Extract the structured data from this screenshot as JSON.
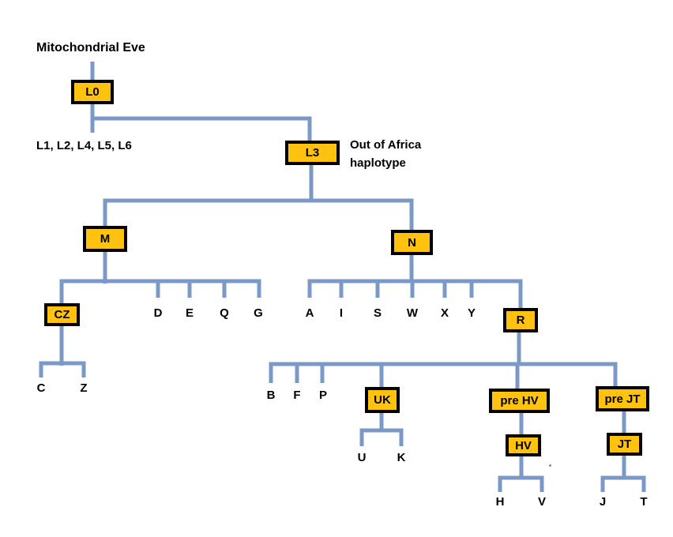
{
  "title": "Mitochondrial Eve",
  "annotation": {
    "line1": "Out of Africa",
    "line2": "haplotype"
  },
  "excluded_lineages": "L1, L2, L4, L5, L6",
  "colors": {
    "box_fill": "#FFC20E",
    "box_border": "#000000",
    "line": "#7B99C7",
    "text": "#000000",
    "background": "#FFFFFF"
  },
  "nodes": {
    "l0": "L0",
    "l3": "L3",
    "m": "M",
    "n": "N",
    "cz": "CZ",
    "r": "R",
    "uk": "UK",
    "prehv": "pre HV",
    "prejt": "pre JT",
    "hv": "HV",
    "jt": "JT"
  },
  "leaves": {
    "m_children": [
      "D",
      "E",
      "Q",
      "G"
    ],
    "n_children": [
      "A",
      "I",
      "S",
      "W",
      "X",
      "Y"
    ],
    "r_children": [
      "B",
      "F",
      "P"
    ],
    "cz_children": [
      "C",
      "Z"
    ],
    "uk_children": [
      "U",
      "K"
    ],
    "hv_children": [
      "H",
      "V"
    ],
    "jt_children": [
      "J",
      "T"
    ]
  }
}
